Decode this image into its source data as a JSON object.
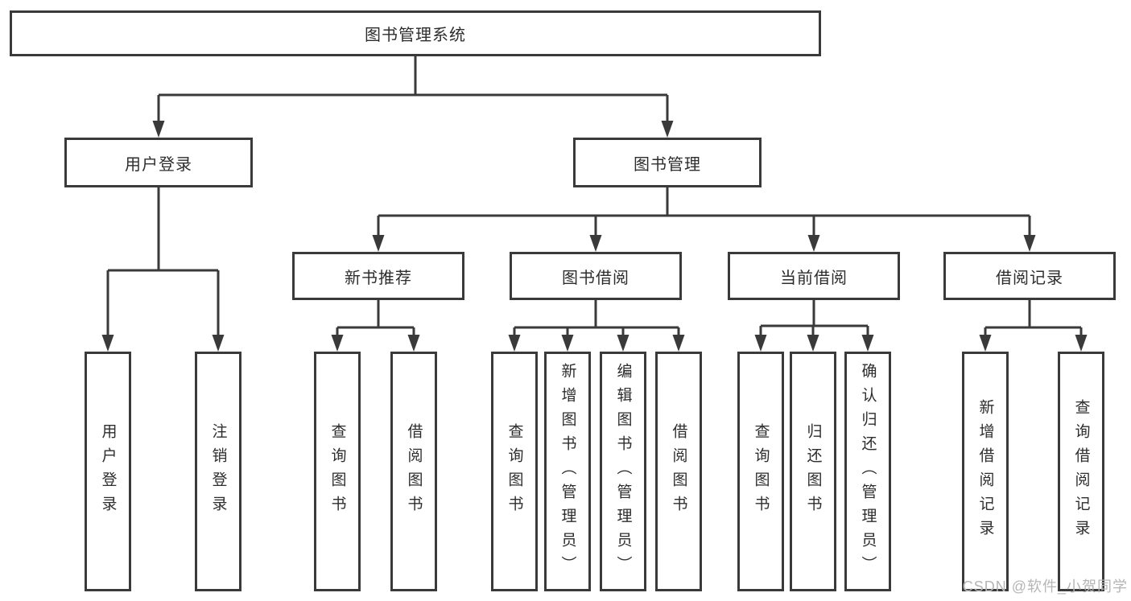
{
  "title": "图书管理系统",
  "level2": {
    "user_login": "用户登录",
    "book_management": "图书管理"
  },
  "level3": {
    "new_book": "新书推荐",
    "book_borrow": "图书借阅",
    "current_borrow": "当前借阅",
    "borrow_record": "借阅记录"
  },
  "leaves": {
    "user_login": [
      "用户登录",
      "注销登录"
    ],
    "new_book": [
      "查询图书",
      "借阅图书"
    ],
    "book_borrow": [
      "查询图书",
      "新增图书（管理员）",
      "编辑图书（管理员）",
      "借阅图书"
    ],
    "current_borrow": [
      "查询图书",
      "归还图书",
      "确认归还（管理员）"
    ],
    "borrow_record": [
      "新增借阅记录",
      "查询借阅记录"
    ]
  },
  "watermark": "CSDN @软件_小贺同学",
  "colors": {
    "line": "#3a3a3a",
    "text": "#2d2d2d",
    "watermark": "#b5b5b5",
    "background": "#ffffff"
  }
}
